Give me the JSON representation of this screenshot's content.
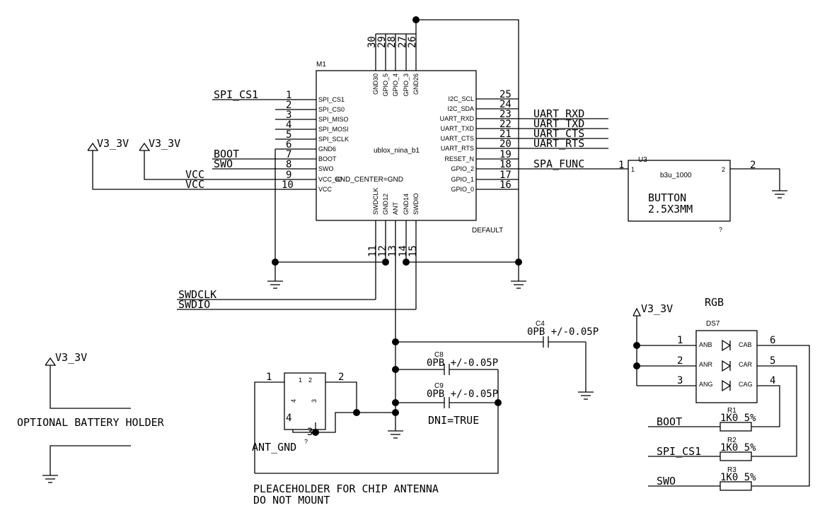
{
  "module": {
    "ref": "M1",
    "value": "ublox_nina_b1",
    "center_pin": "GND_CENTER=GND",
    "variant": "DEFAULT",
    "left_pins": [
      {
        "num": "1",
        "name": "SPI_CS1",
        "net": "SPI_CS1"
      },
      {
        "num": "2",
        "name": "SPI_CS0",
        "net": ""
      },
      {
        "num": "3",
        "name": "SPI_MISO",
        "net": ""
      },
      {
        "num": "4",
        "name": "SPI_MOSI",
        "net": ""
      },
      {
        "num": "5",
        "name": "SPI_SCLK",
        "net": ""
      },
      {
        "num": "6",
        "name": "GND6",
        "net": ""
      },
      {
        "num": "7",
        "name": "BOOT",
        "net": "BOOT"
      },
      {
        "num": "8",
        "name": "SWO",
        "net": "SWO"
      },
      {
        "num": "9",
        "name": "VCC_IO",
        "net": "VCC"
      },
      {
        "num": "10",
        "name": "VCC",
        "net": "VCC"
      }
    ],
    "right_pins": [
      {
        "num": "25",
        "name": "I2C_SCL",
        "net": ""
      },
      {
        "num": "24",
        "name": "I2C_SDA",
        "net": ""
      },
      {
        "num": "23",
        "name": "UART_RXD",
        "net": "UART_RXD"
      },
      {
        "num": "22",
        "name": "UART_TXD",
        "net": "UART_TXD"
      },
      {
        "num": "21",
        "name": "UART_CTS",
        "net": "UART_CTS"
      },
      {
        "num": "20",
        "name": "UART_RTS",
        "net": "UART_RTS"
      },
      {
        "num": "19",
        "name": "RESET_N",
        "net": ""
      },
      {
        "num": "18",
        "name": "GPIO_2",
        "net": "SPA_FUNC"
      },
      {
        "num": "17",
        "name": "GPIO_1",
        "net": ""
      },
      {
        "num": "16",
        "name": "GPIO_0",
        "net": ""
      }
    ],
    "top_pins": [
      {
        "num": "30",
        "name": "GND30"
      },
      {
        "num": "29",
        "name": "GPIO_5"
      },
      {
        "num": "28",
        "name": "GPIO_4"
      },
      {
        "num": "27",
        "name": "GPIO_3"
      },
      {
        "num": "26",
        "name": "GND26"
      }
    ],
    "bottom_pins": [
      {
        "num": "11",
        "name": "SWDCLK"
      },
      {
        "num": "12",
        "name": "GND12"
      },
      {
        "num": "13",
        "name": "ANT"
      },
      {
        "num": "14",
        "name": "GND14"
      },
      {
        "num": "15",
        "name": "SWDIO"
      }
    ]
  },
  "power": {
    "v33": "V3_3V"
  },
  "nets": {
    "swdclk": "SWDCLK",
    "swdio": "SWDIO"
  },
  "button": {
    "ref": "U3",
    "value": "b3u_1000",
    "label": "BUTTON",
    "size": "2.5X3MM",
    "pin1": "1",
    "pin2": "2",
    "pin_num1": "1",
    "pin_num2": "2",
    "q": "?"
  },
  "caps": [
    {
      "ref": "C4",
      "value": "0PB +/-0.05P"
    },
    {
      "ref": "C8",
      "value": "0PB +/-0.05P"
    },
    {
      "ref": "C9",
      "value": "0PB +/-0.05P"
    }
  ],
  "dni": "DNI=TRUE",
  "antenna": {
    "pin_labels": [
      "1",
      "2",
      "4",
      "3"
    ],
    "outer_nums": [
      "1",
      "2",
      "4",
      "3"
    ],
    "q": "?",
    "label": "ANT_GND",
    "note_line1": "PLEACEHOLDER FOR CHIP ANTENNA",
    "note_line2": "DO NOT MOUNT"
  },
  "battery": {
    "label": "OPTIONAL BATTERY HOLDER"
  },
  "led": {
    "title": "RGB",
    "ref": "DS7",
    "left_pins": [
      {
        "num": "1",
        "name": "ANB"
      },
      {
        "num": "2",
        "name": "ANR"
      },
      {
        "num": "3",
        "name": "ANG"
      }
    ],
    "right_pins": [
      {
        "num": "6",
        "name": "CAB"
      },
      {
        "num": "5",
        "name": "CAR"
      },
      {
        "num": "4",
        "name": "CAG"
      }
    ]
  },
  "resistors": [
    {
      "ref": "R1",
      "value": "1K0 5%",
      "net": "BOOT"
    },
    {
      "ref": "R2",
      "value": "1K0 5%",
      "net": "SPI_CS1"
    },
    {
      "ref": "R3",
      "value": "1K0 5%",
      "net": "SWO"
    }
  ]
}
